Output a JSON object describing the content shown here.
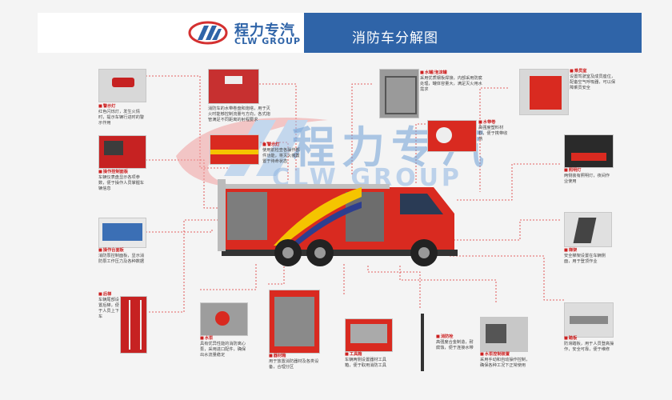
{
  "header": {
    "brand_cn": "程力专汽",
    "brand_en": "CLW GROUP",
    "title": "消防车分解图"
  },
  "watermark": {
    "cn": "程力专汽",
    "en": "CLW GROUP"
  },
  "captions": {
    "c1_title": "警示灯",
    "c1_text": "红色闪烁灯，发生火情时，提示车辆行进时的警示作用",
    "c2_text": "消防车的水带卷盘和炮塔，用于灭火时能够控制流量与方向，各式炮管满足不同距离的射程要求",
    "c3_title": "警示灯",
    "c3_text": "使用前检查各操作部件功能，将灭火装置置于待命状态",
    "c4_title": "水罐/泡沫罐",
    "c4_text": "采用优质钢板焊接，内部采用防腐处理，罐体容量大，满足灭火用水需求",
    "c5_title": "乘员室",
    "c5_text": "设置驾驶室及成员座位，配备空气呼吸器，可以保障乘员安全",
    "c6_title": "水带卷",
    "c6_text": "高强度塑料材料，便于携带收纳",
    "c7_title": "操作控制面板",
    "c7_text": "车辆仪表盘显示各项参数，便于操作人员掌握车辆信息",
    "c8_title": "照明灯",
    "c8_text": "两侧装有照明灯，夜间作业使用",
    "c9_title": "操作台面板",
    "c9_text": "消防泵控制面板，显示消防泵工作压力及各种数据",
    "c10_title": "梯架",
    "c10_text": "安全梯架设置在车辆侧面，用于登顶作业",
    "c11_title": "后梯",
    "c11_text": "车辆尾部设置后梯，便于人员上下车",
    "c12_title": "水泵",
    "c12_text": "具有优异性能的消防离心泵，采用进口配件，确保出水流量稳定",
    "c13_title": "器材箱",
    "c13_text": "用于放置消防器材及各类设备，合理分区",
    "c14_title": "工具箱",
    "c14_text": "车辆两侧设置器材工具箱，便于取用消防工具",
    "c15_title": "消防栓",
    "c15_text": "高强度合金制造，耐腐蚀，便于连接水带",
    "c16_title": "水泵控制装置",
    "c16_text": "采用手动和自动操作控制，确保各种工况下正常使用",
    "c17_title": "踏板",
    "c17_text": "防滑踏板，用于人员登高操作，安全可靠，便于维修"
  }
}
